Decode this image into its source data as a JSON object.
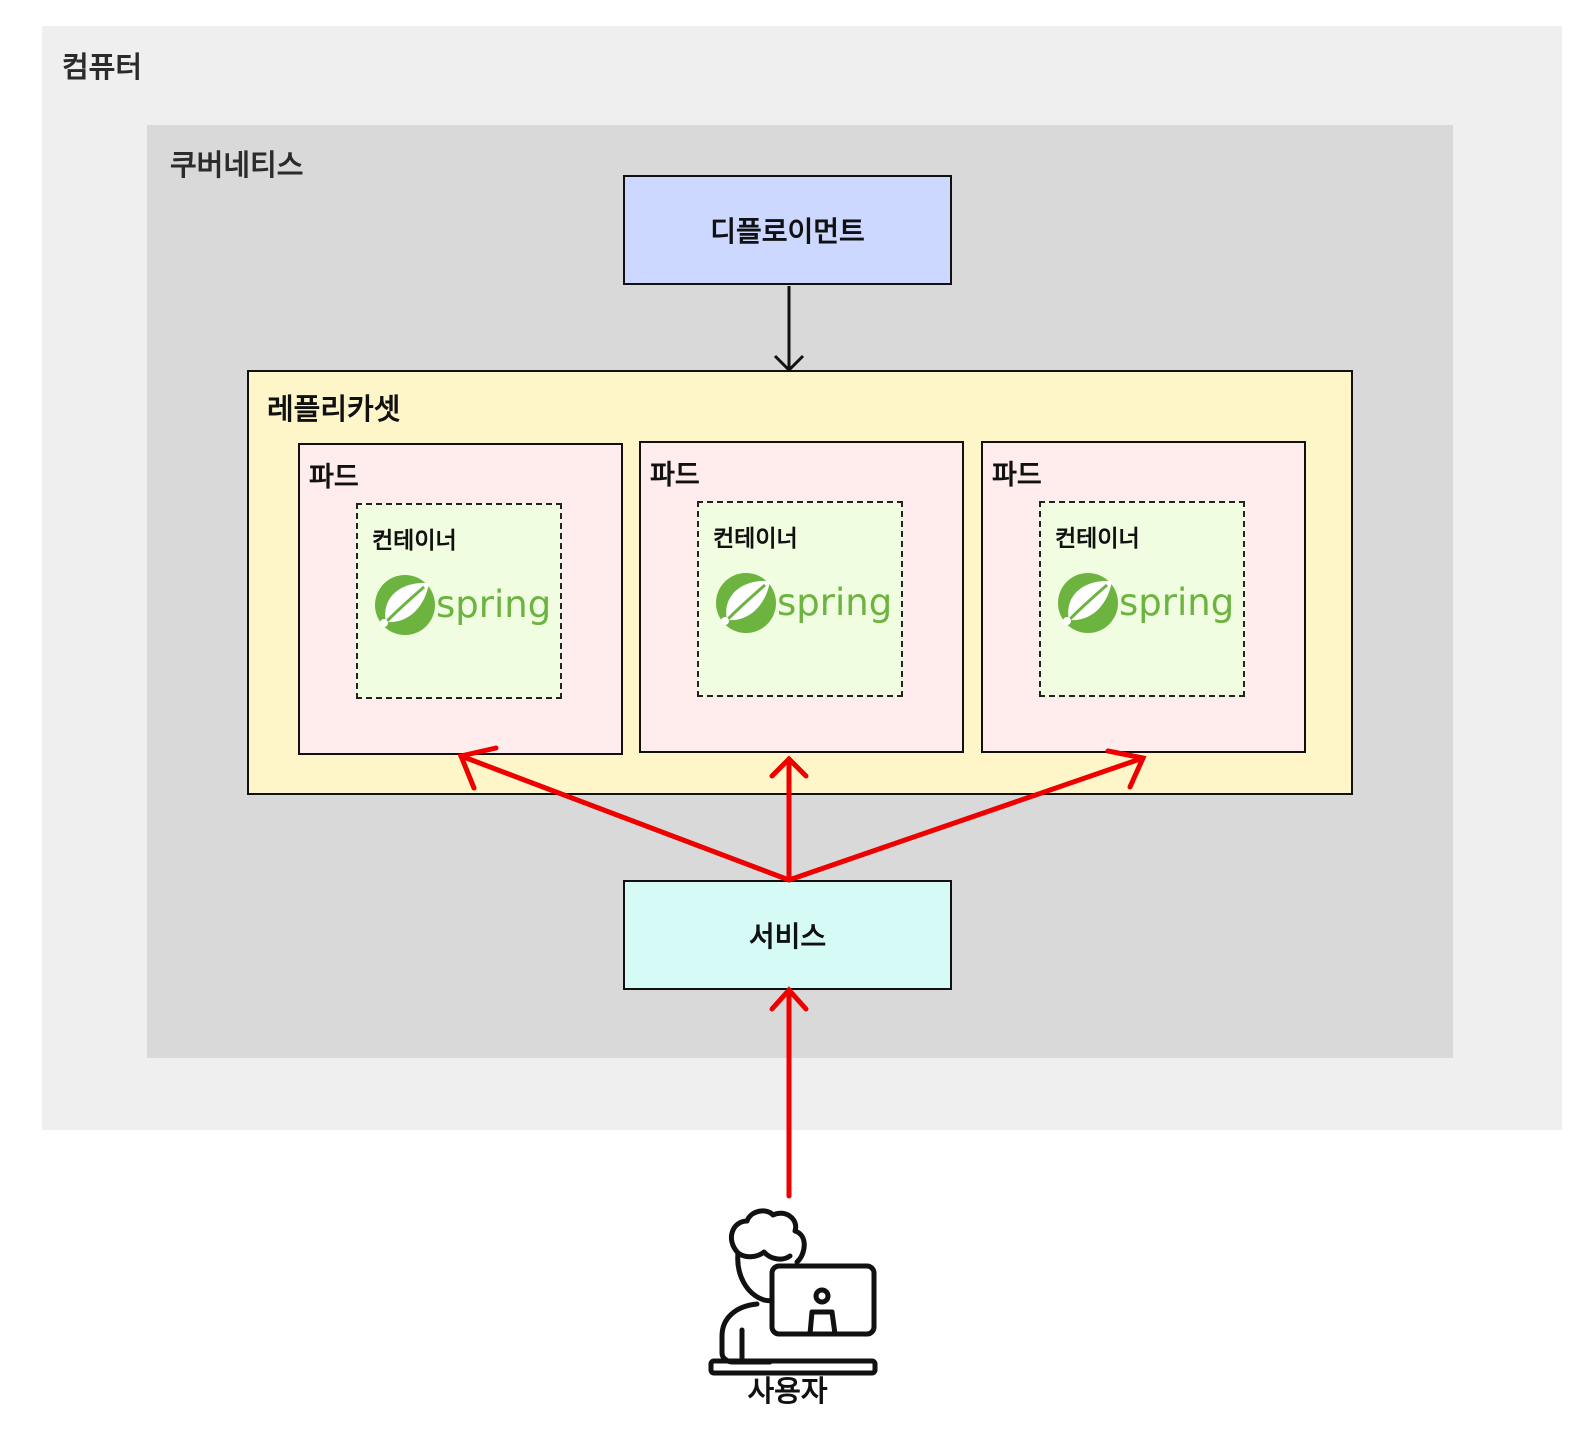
{
  "computer": {
    "label": "컴퓨터"
  },
  "kubernetes": {
    "label": "쿠버네티스"
  },
  "deployment": {
    "label": "디플로이먼트"
  },
  "replicaset": {
    "label": "레플리카셋"
  },
  "pods": [
    {
      "label": "파드",
      "container_label": "컨테이너",
      "logo_text": "spring"
    },
    {
      "label": "파드",
      "container_label": "컨테이너",
      "logo_text": "spring"
    },
    {
      "label": "파드",
      "container_label": "컨테이너",
      "logo_text": "spring"
    }
  ],
  "service": {
    "label": "서비스"
  },
  "user": {
    "label": "사용자"
  },
  "colors": {
    "computer_bg": "#efefef",
    "kubernetes_bg": "#d9d9d9",
    "deployment_bg": "#ccd8ff",
    "replicaset_bg": "#fef6c8",
    "pod_bg": "#ffecec",
    "container_bg": "#f1fde1",
    "service_bg": "#d6fbf6",
    "traffic_arrow": "#ee0000",
    "spring_green": "#6db33f"
  }
}
